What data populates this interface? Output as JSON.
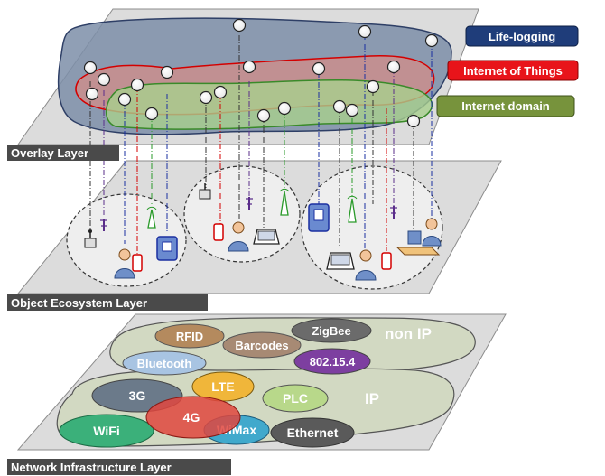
{
  "layers": {
    "overlay": "Overlay Layer",
    "ecosystem": "Object Ecosystem Layer",
    "network": "Network Infrastructure Layer"
  },
  "domains": {
    "lifelogging": "Life-logging",
    "iot": "Internet of Things",
    "internet": "Internet domain"
  },
  "technologies": {
    "non_ip_label": "non IP",
    "ip_label": "IP",
    "rfid": "RFID",
    "zigbee": "ZigBee",
    "barcodes": "Barcodes",
    "bluetooth": "Bluetooth",
    "ieee": "802.15.4",
    "g3": "3G",
    "lte": "LTE",
    "plc": "PLC",
    "g4": "4G",
    "wifi": "WiFi",
    "wimax": "WiMax",
    "ethernet": "Ethernet"
  },
  "colors": {
    "plane_fill": "#dcdcdc",
    "lifelogging_fill": "#7c8ea8",
    "iot_fill": "#d98c86",
    "internet_fill": "#a8d08d",
    "lifelogging_badge": "#1f3d7a",
    "iot_badge": "#e8141a",
    "internet_badge": "#77933c",
    "layer_badge": "#4a4a4a"
  }
}
